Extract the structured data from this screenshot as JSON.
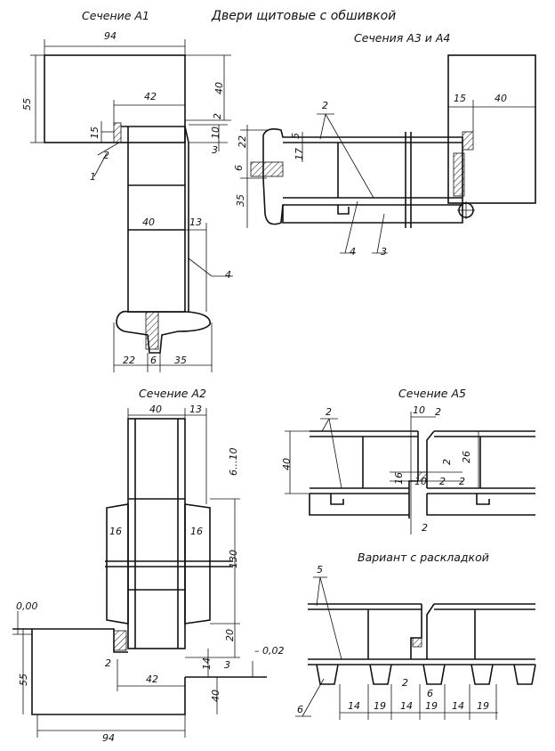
{
  "main_title": "Двери щитовые с обшивкой",
  "sections": {
    "a1": "Сечение А1",
    "a2": "Сечение А2",
    "a3a4": "Сечения А3 и А4",
    "a5": "Сечение А5",
    "variant": "Вариант с раскладкой"
  },
  "a1": {
    "d94": "94",
    "d55": "55",
    "d40": "40",
    "d42": "42",
    "d2": "2",
    "d15": "15",
    "d10": "10",
    "d3": "3",
    "d2b": "2",
    "c1": "1",
    "d40b": "40",
    "d13": "13",
    "c4": "4",
    "d22": "22",
    "d6": "6",
    "d35": "35"
  },
  "a3": {
    "c2": "2",
    "d15": "15",
    "d40": "40",
    "d22": "22",
    "d5": "5",
    "d17": "17",
    "d6": "6",
    "d35": "35",
    "c4": "4",
    "c3": "3"
  },
  "a2": {
    "d40": "40",
    "d13": "13",
    "d6_10": "6...10",
    "d16a": "16",
    "d16b": "16",
    "d130": "130",
    "d20": "20",
    "d3": "3",
    "d14": "14",
    "d42": "42",
    "d2": "2",
    "d55": "55",
    "d40b": "40",
    "d94": "94",
    "lvl0": "0,00",
    "lvlm": "– 0,02"
  },
  "a5": {
    "c2": "2",
    "d10": "10",
    "d2": "2",
    "d40": "40",
    "d2b": "2",
    "d26": "26",
    "d16": "16",
    "d10b": "10",
    "d2c": "2",
    "d2d": "2",
    "d2e": "2"
  },
  "variant": {
    "c5": "5",
    "c6": "6",
    "d2": "2",
    "d6": "6",
    "d14a": "14",
    "d19a": "19",
    "d14b": "14",
    "d19b": "19",
    "d14c": "14",
    "d19c": "19"
  }
}
